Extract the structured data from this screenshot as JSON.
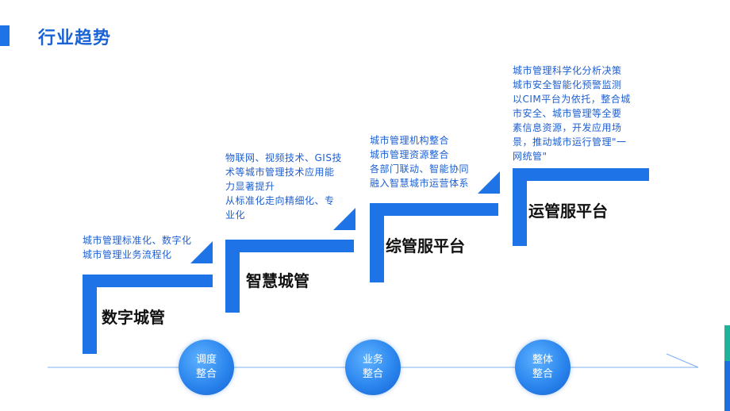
{
  "title": "行业趋势",
  "steps": [
    {
      "label": "数字城管",
      "desc": [
        "城市管理标准化、数字化",
        "城市管理业务流程化"
      ]
    },
    {
      "label": "智慧城管",
      "desc": [
        "物联网、视频技术、GIS技",
        "术等城市管理技术应用能",
        "力显著提升",
        "从标准化走向精细化、专",
        "业化"
      ]
    },
    {
      "label": "综管服平台",
      "desc": [
        "城市管理机构整合",
        "城市管理资源整合",
        "各部门联动、智能协同",
        "融入智慧城市运营体系"
      ]
    },
    {
      "label": "运管服平台",
      "desc": [
        "城市管理科学化分析决策",
        "城市安全智能化预警监测",
        "以CIM平台为依托，整合城",
        "市安全、城市管理等全要",
        "素信息资源，开发应用场",
        "景，推动城市运行管理\"一",
        "网统管\""
      ]
    }
  ],
  "circles": [
    {
      "line1": "调度",
      "line2": "整合"
    },
    {
      "line1": "业务",
      "line2": "整合"
    },
    {
      "line1": "整体",
      "line2": "整合"
    }
  ],
  "colors": {
    "primary": "#1e73e6",
    "title": "#1a63d6",
    "text": "#1e5fd0",
    "green": "#1fb39a"
  }
}
